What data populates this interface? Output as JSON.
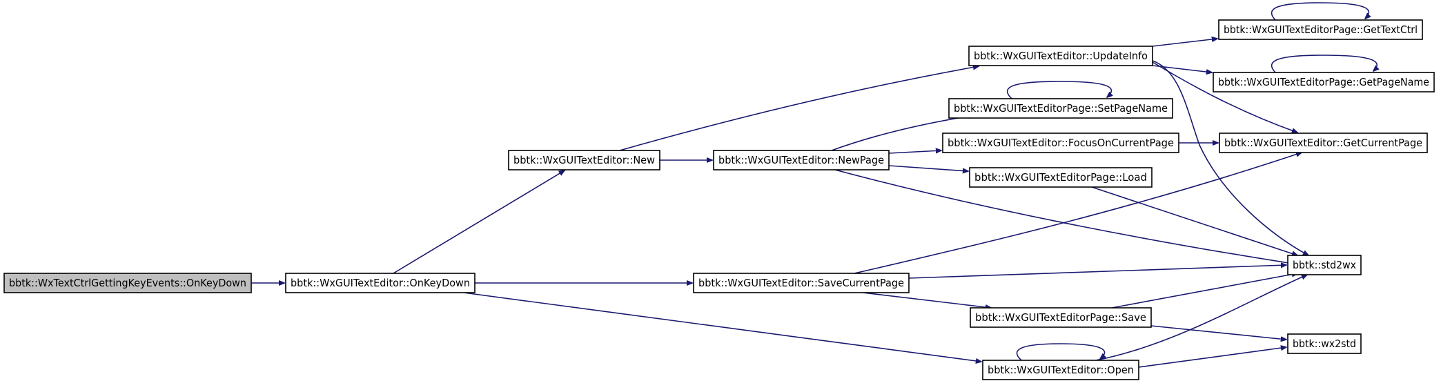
{
  "colors": {
    "edge": "#191970",
    "node_border": "#000000",
    "node_fill": "#ffffff",
    "root_fill": "#bfbfbf",
    "background": "#ffffff"
  },
  "nodes": [
    {
      "id": "root",
      "label": "bbtk::WxTextCtrlGettingKeyEvents::OnKeyDown",
      "root": true
    },
    {
      "id": "onkeydown",
      "label": "bbtk::WxGUITextEditor::OnKeyDown"
    },
    {
      "id": "new",
      "label": "bbtk::WxGUITextEditor::New"
    },
    {
      "id": "newpage",
      "label": "bbtk::WxGUITextEditor::NewPage"
    },
    {
      "id": "savecurrentpage",
      "label": "bbtk::WxGUITextEditor::SaveCurrentPage"
    },
    {
      "id": "open",
      "label": "bbtk::WxGUITextEditor::Open"
    },
    {
      "id": "updateinfo",
      "label": "bbtk::WxGUITextEditor::UpdateInfo"
    },
    {
      "id": "setpagename",
      "label": "bbtk::WxGUITextEditorPage::SetPageName"
    },
    {
      "id": "focusoncurrentpage",
      "label": "bbtk::WxGUITextEditor::FocusOnCurrentPage"
    },
    {
      "id": "load",
      "label": "bbtk::WxGUITextEditorPage::Load"
    },
    {
      "id": "save",
      "label": "bbtk::WxGUITextEditorPage::Save"
    },
    {
      "id": "gettextctrl",
      "label": "bbtk::WxGUITextEditorPage::GetTextCtrl"
    },
    {
      "id": "getpagename",
      "label": "bbtk::WxGUITextEditorPage::GetPageName"
    },
    {
      "id": "getcurrentpage",
      "label": "bbtk::WxGUITextEditor::GetCurrentPage"
    },
    {
      "id": "std2wx",
      "label": "bbtk::std2wx"
    },
    {
      "id": "wx2std",
      "label": "bbtk::wx2std"
    }
  ],
  "edges": [
    {
      "from": "root",
      "to": "onkeydown"
    },
    {
      "from": "onkeydown",
      "to": "new"
    },
    {
      "from": "onkeydown",
      "to": "savecurrentpage"
    },
    {
      "from": "onkeydown",
      "to": "open"
    },
    {
      "from": "new",
      "to": "updateinfo"
    },
    {
      "from": "new",
      "to": "newpage"
    },
    {
      "from": "newpage",
      "to": "setpagename"
    },
    {
      "from": "newpage",
      "to": "focusoncurrentpage"
    },
    {
      "from": "newpage",
      "to": "load"
    },
    {
      "from": "newpage",
      "to": "std2wx"
    },
    {
      "from": "updateinfo",
      "to": "gettextctrl"
    },
    {
      "from": "updateinfo",
      "to": "getpagename"
    },
    {
      "from": "updateinfo",
      "to": "getcurrentpage"
    },
    {
      "from": "updateinfo",
      "to": "std2wx"
    },
    {
      "from": "setpagename",
      "to": "setpagename"
    },
    {
      "from": "gettextctrl",
      "to": "gettextctrl"
    },
    {
      "from": "getpagename",
      "to": "getpagename"
    },
    {
      "from": "focusoncurrentpage",
      "to": "getcurrentpage"
    },
    {
      "from": "load",
      "to": "std2wx"
    },
    {
      "from": "savecurrentpage",
      "to": "getcurrentpage"
    },
    {
      "from": "savecurrentpage",
      "to": "std2wx"
    },
    {
      "from": "savecurrentpage",
      "to": "save"
    },
    {
      "from": "save",
      "to": "std2wx"
    },
    {
      "from": "save",
      "to": "wx2std"
    },
    {
      "from": "open",
      "to": "open"
    },
    {
      "from": "open",
      "to": "std2wx"
    },
    {
      "from": "open",
      "to": "wx2std"
    }
  ]
}
